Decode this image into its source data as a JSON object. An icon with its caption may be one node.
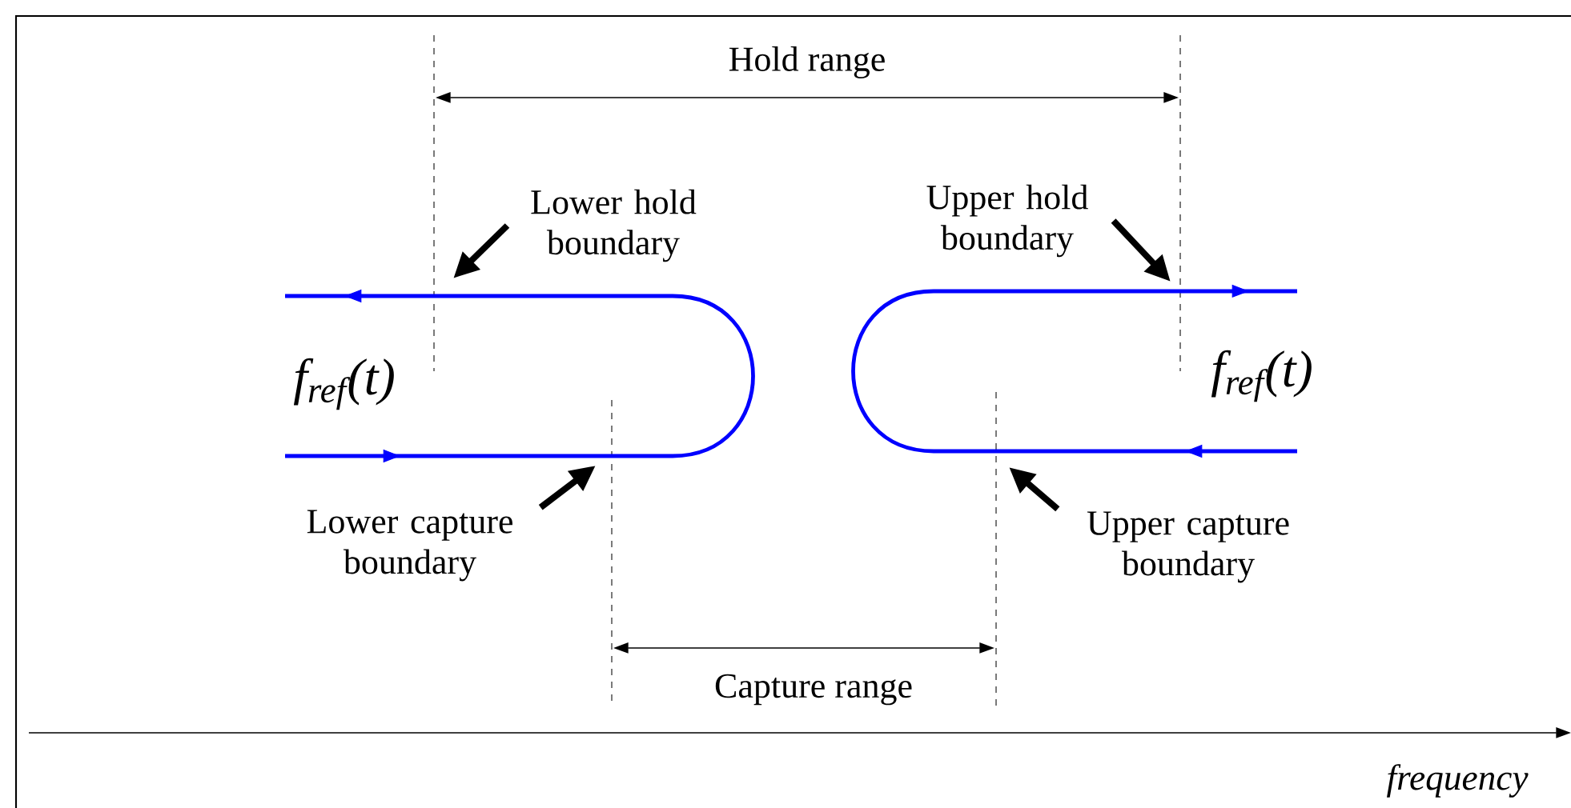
{
  "diagram": {
    "nodes": [
      {
        "text": [
          "Lower hold boundary"
        ]
      },
      {
        "text": [
          "Upper hold boundary"
        ]
      },
      {
        "text": [
          "Lower capture boundary"
        ]
      },
      {
        "text": [
          "Upper capture boundary"
        ]
      }
    ],
    "edges": [
      {
        "from": 0,
        "to": null,
        "arrow": "to"
      },
      {
        "from": 1,
        "to": null,
        "arrow": "to"
      },
      {
        "from": 2,
        "to": null,
        "arrow": "to"
      },
      {
        "from": 3,
        "to": null,
        "arrow": "to"
      }
    ],
    "labels": [
      "Hold range",
      "f$_{ref}$(t)",
      "f$_{ref}$(t)",
      "Capture range",
      "frequency"
    ]
  }
}
